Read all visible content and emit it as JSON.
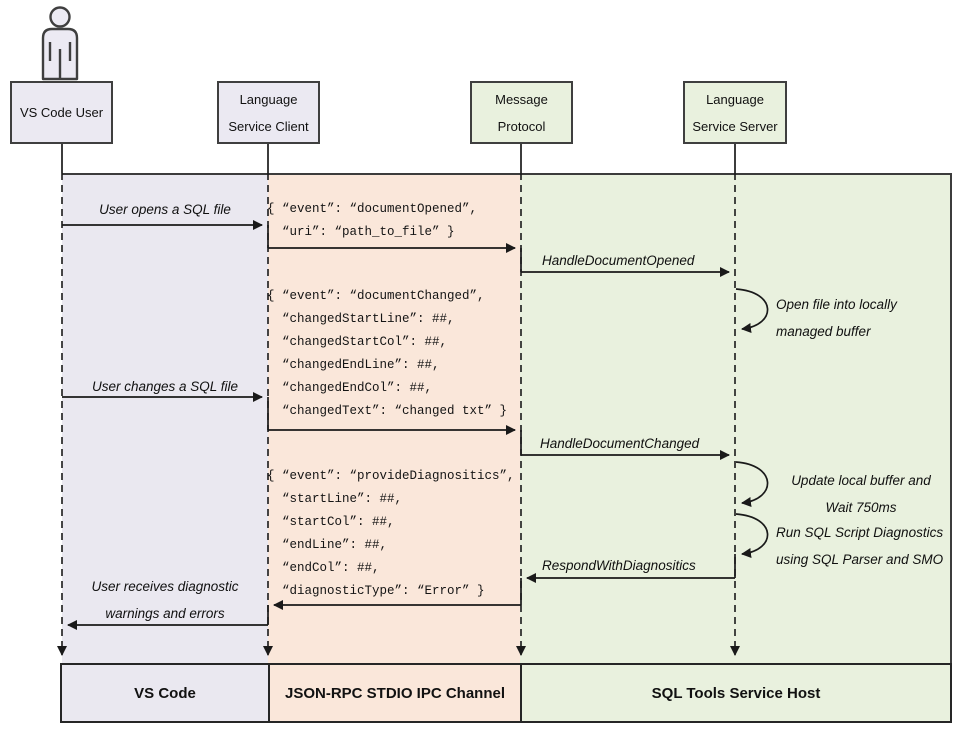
{
  "colors": {
    "lane_vscode": "#eae8f0",
    "lane_jsonrpc": "#fae7da",
    "lane_sqltools": "#e9f1de",
    "line": "#1a1a1a",
    "box_border": "#3f3f3f"
  },
  "actors": [
    {
      "line1": "VS Code User",
      "line2": ""
    },
    {
      "line1": "Language",
      "line2": "Service Client"
    },
    {
      "line1": "Message",
      "line2": "Protocol"
    },
    {
      "line1": "Language",
      "line2": "Service Server"
    }
  ],
  "messages": {
    "user_opens": "User opens a SQL file",
    "handle_opened": "HandleDocumentOpened",
    "user_changes": "User changes a SQL file",
    "handle_changed": "HandleDocumentChanged",
    "respond": "RespondWithDiagnositics",
    "user_receives_1": "User receives diagnostic",
    "user_receives_2": "warnings and errors"
  },
  "payloads": {
    "document_opened": [
      "{ “event”: “documentOpened”,",
      "  “uri”: “path_to_file” }"
    ],
    "document_changed": [
      "{ “event”: “documentChanged”,",
      "  “changedStartLine”: ##,",
      "  “changedStartCol”: ##,",
      "  “changedEndLine”: ##,",
      "  “changedEndCol”: ##,",
      "  “changedText”: “changed txt” }"
    ],
    "provide_diagnostics": [
      "{ “event”: “provideDiagnositics”,",
      "  “startLine”: ##,",
      "  “startCol”: ##,",
      "  “endLine”: ##,",
      "  “endCol”: ##,",
      "  “diagnosticType”: “Error” }"
    ]
  },
  "annotations": {
    "open_file": [
      "Open file into locally",
      "managed buffer"
    ],
    "update_buffer": [
      "Update local buffer and",
      "Wait 750ms"
    ],
    "run_diagnostics": [
      "Run SQL Script Diagnostics",
      "using SQL Parser and SMO"
    ]
  },
  "footer": [
    "VS Code",
    "JSON-RPC STDIO IPC Channel",
    "SQL Tools Service Host"
  ]
}
